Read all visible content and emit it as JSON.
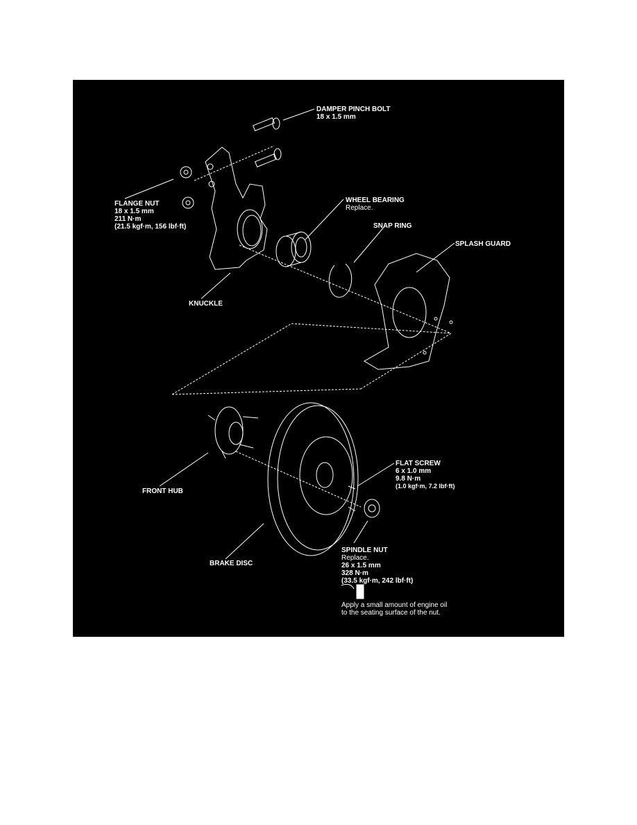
{
  "labels": {
    "damper_pinch_bolt": {
      "title": "DAMPER PINCH BOLT",
      "size": "18 x 1.5 mm"
    },
    "flange_nut": {
      "title": "FLANGE NUT",
      "size": "18 x 1.5 mm",
      "torque": "211 N·m",
      "torque_alt": "(21.5 kgf·m, 156 lbf·ft)"
    },
    "wheel_bearing": {
      "title": "WHEEL BEARING",
      "note": "Replace."
    },
    "snap_ring": {
      "title": "SNAP RING"
    },
    "splash_guard": {
      "title": "SPLASH GUARD"
    },
    "knuckle": {
      "title": "KNUCKLE"
    },
    "flat_screw": {
      "title": "FLAT SCREW",
      "size": "6 x 1.0 mm",
      "torque": "9.8 N·m",
      "torque_alt": "(1.0 kgf·m, 7.2 lbf·ft)"
    },
    "front_hub": {
      "title": "FRONT HUB"
    },
    "brake_disc": {
      "title": "BRAKE DISC"
    },
    "spindle_nut": {
      "title": "SPINDLE NUT",
      "note": "Replace.",
      "size": "26 x 1.5 mm",
      "torque": "328 N·m",
      "torque_alt": "(33.5 kgf·m, 242 lbf·ft)"
    },
    "oil_note": {
      "line1": "Apply a small amount of engine oil",
      "line2": "to the seating surface of the nut."
    }
  },
  "colors": {
    "background": "#000000",
    "line": "#ffffff"
  }
}
